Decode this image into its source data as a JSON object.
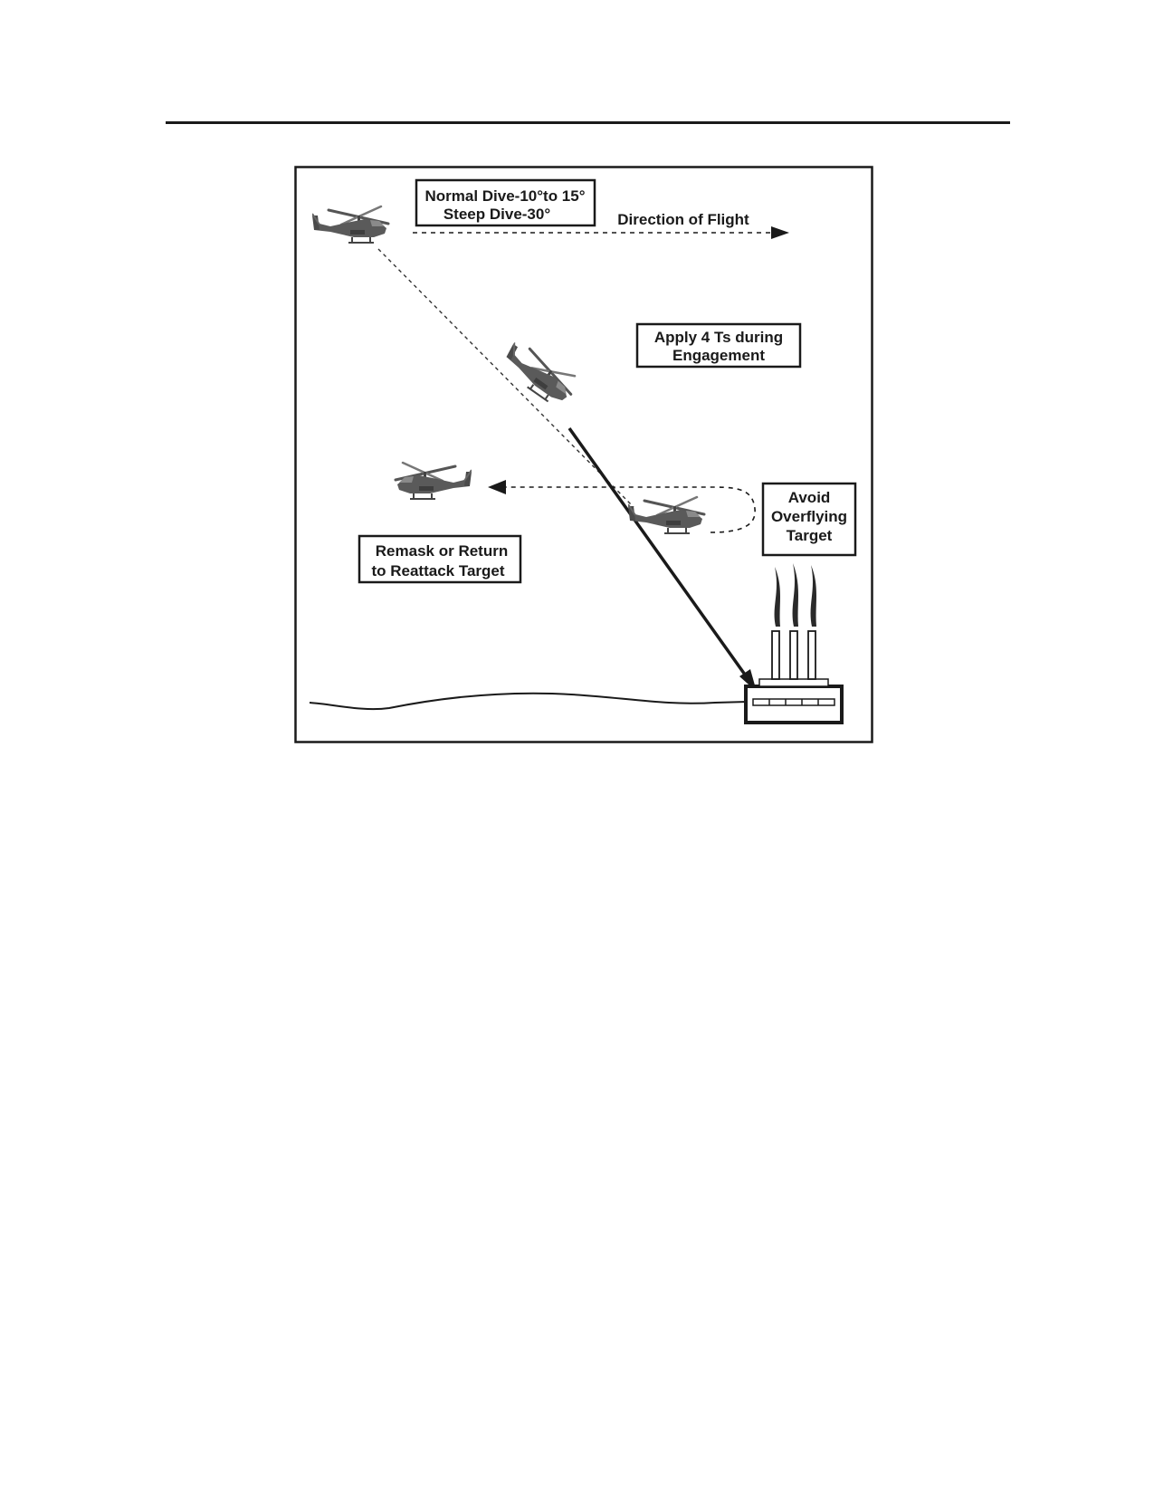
{
  "labels": {
    "dive_normal": "Normal Dive-10°to 15°",
    "dive_steep": "Steep Dive-30°",
    "direction": "Direction of Flight",
    "apply_line1": "Apply 4 Ts during",
    "apply_line2": "Engagement",
    "avoid_line1": "Avoid",
    "avoid_line2": "Overflying",
    "avoid_line3": "Target",
    "remask_line1": "Remask or Return",
    "remask_line2": "to Reattack Target"
  },
  "icons": {
    "aircraft": "helicopter-icon",
    "target": "factory-icon"
  },
  "colors": {
    "ink": "#1a1a1a",
    "aircraft": "#555555",
    "background": "#ffffff"
  }
}
